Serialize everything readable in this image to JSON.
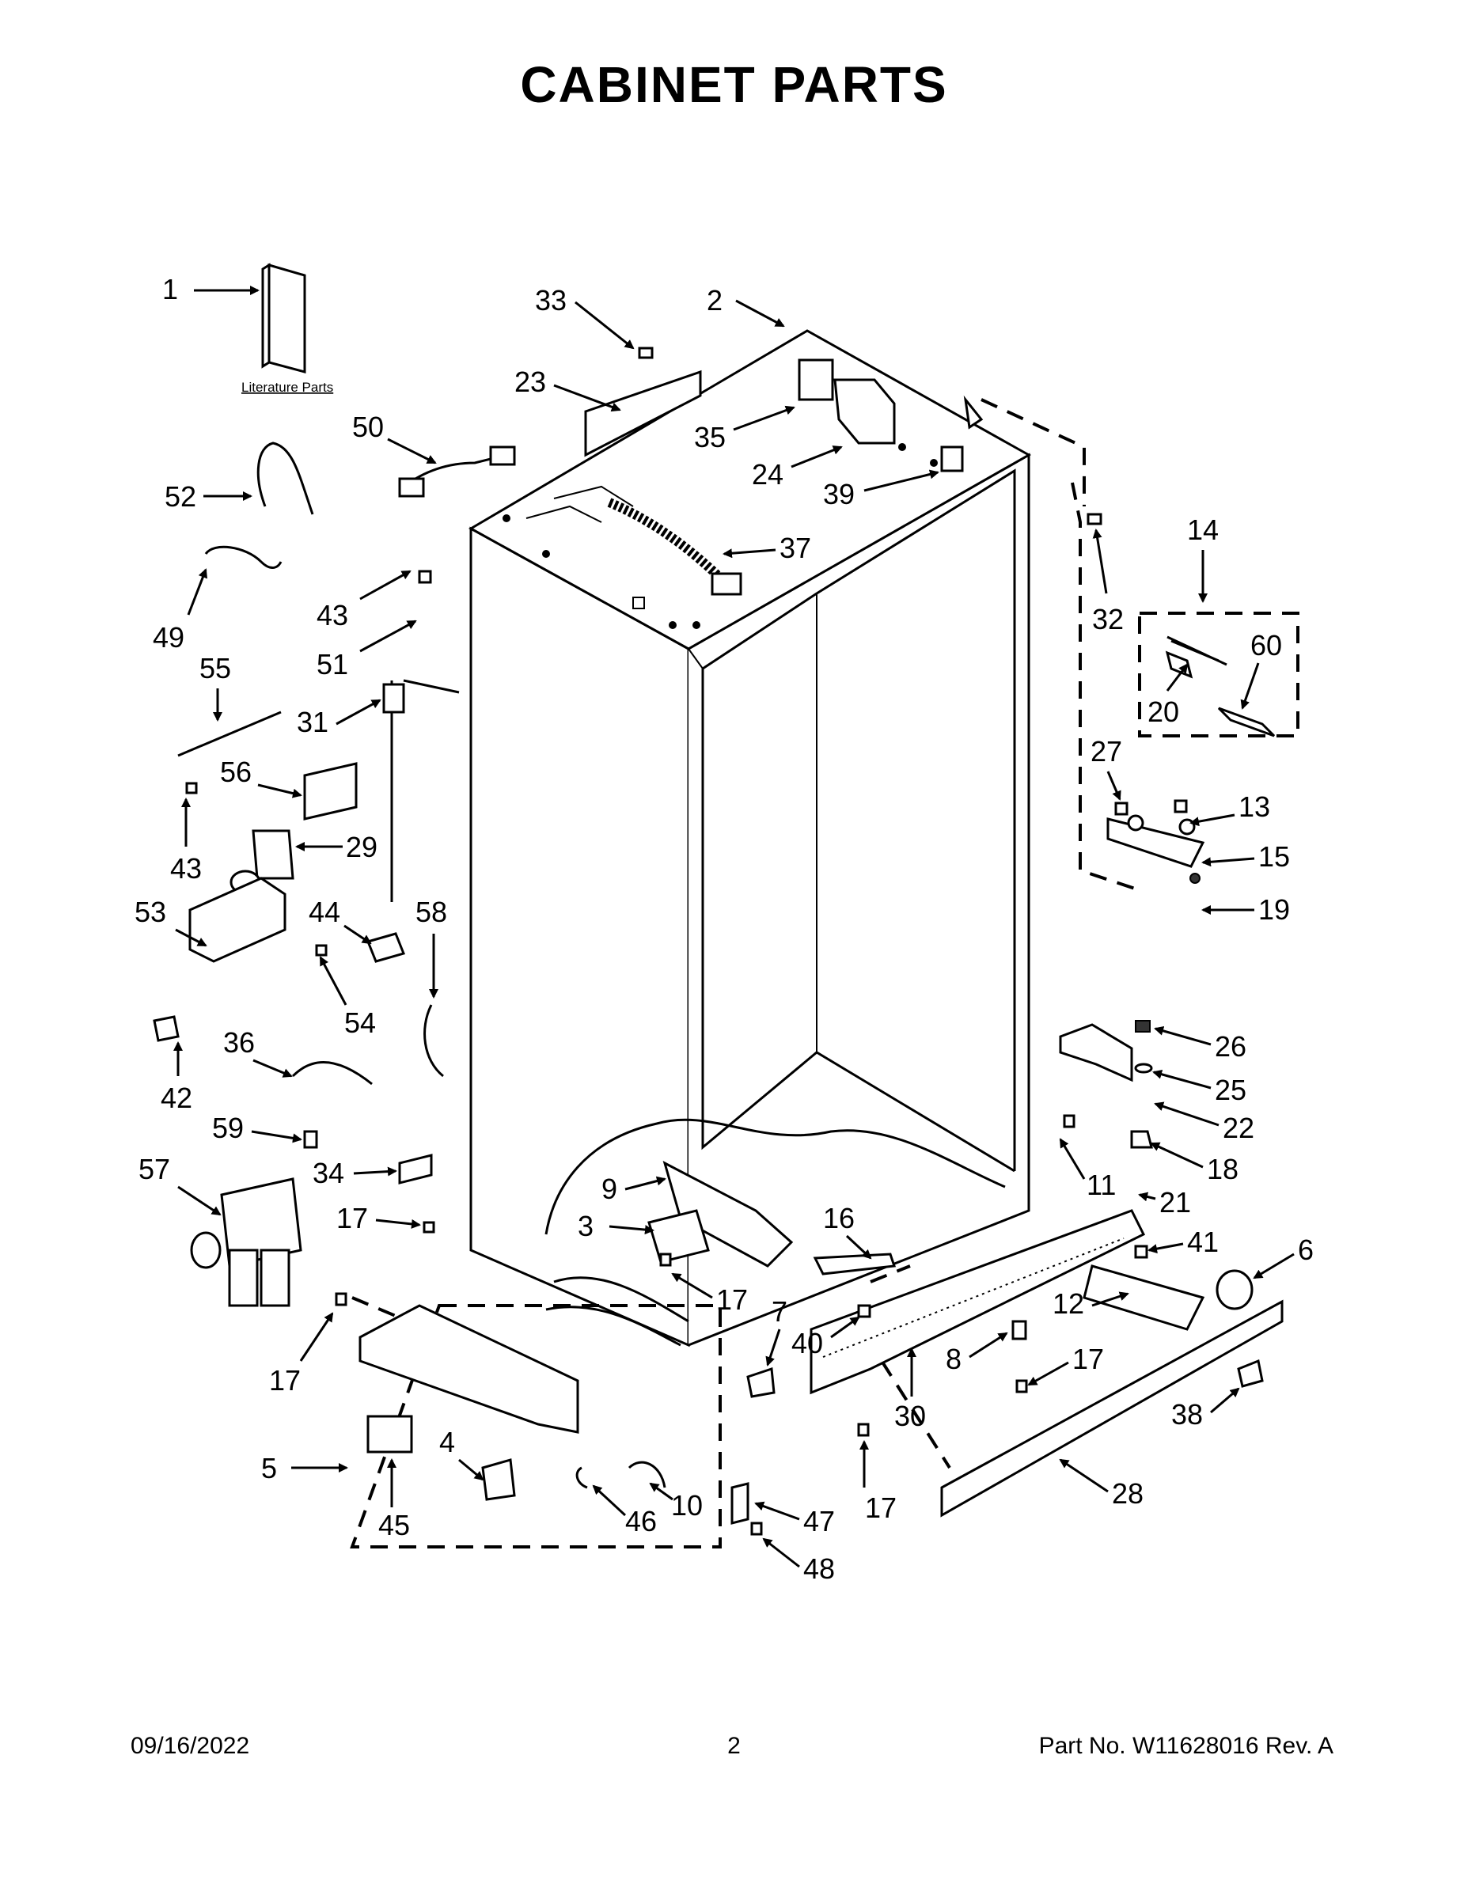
{
  "title": "CABINET PARTS",
  "literature_label": "Literature Parts",
  "footer": {
    "date": "09/16/2022",
    "page": "2",
    "part": "Part No.  W11628016  Rev.  A"
  },
  "callouts": [
    "1",
    "2",
    "33",
    "23",
    "50",
    "35",
    "24",
    "39",
    "52",
    "37",
    "49",
    "43",
    "51",
    "32",
    "14",
    "60",
    "20",
    "55",
    "31",
    "56",
    "27",
    "13",
    "15",
    "29",
    "43",
    "19",
    "53",
    "44",
    "58",
    "54",
    "26",
    "25",
    "42",
    "36",
    "22",
    "59",
    "18",
    "34",
    "57",
    "9",
    "11",
    "21",
    "17",
    "3",
    "16",
    "41",
    "6",
    "17",
    "12",
    "7",
    "40",
    "8",
    "17",
    "17",
    "30",
    "38",
    "4",
    "10",
    "5",
    "46",
    "47",
    "17",
    "28",
    "45",
    "48"
  ]
}
